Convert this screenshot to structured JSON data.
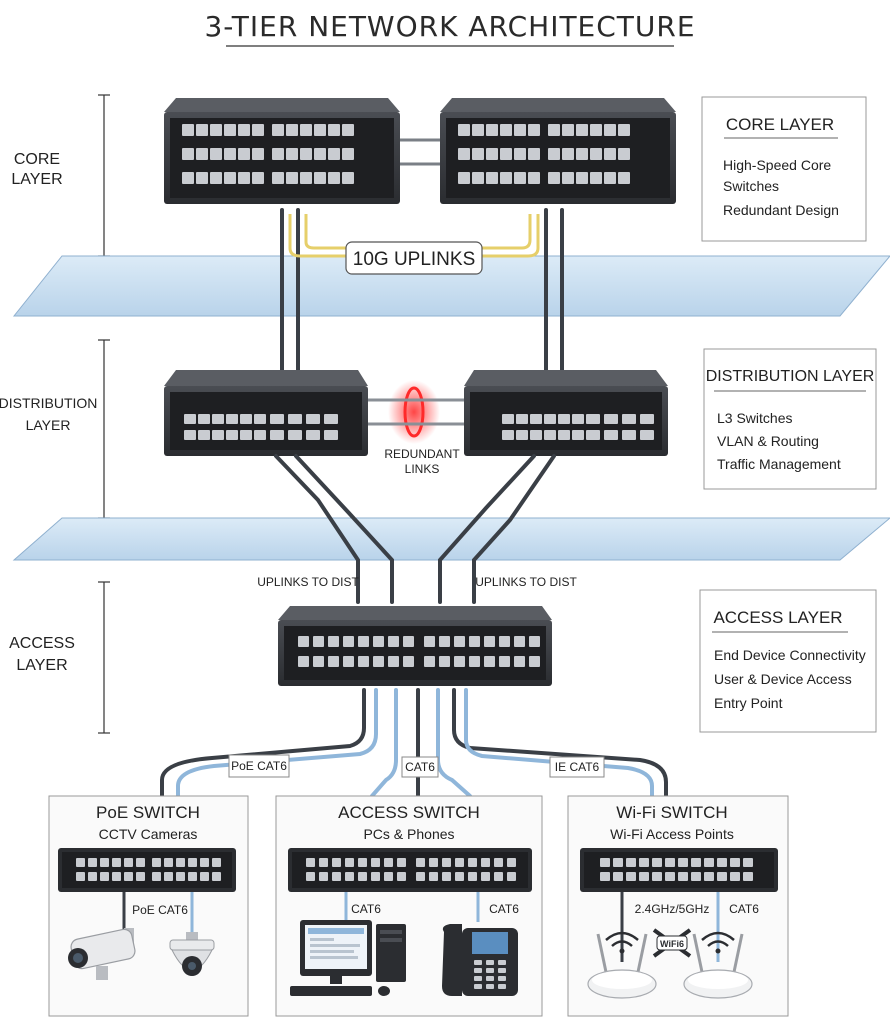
{
  "title": "3-TIER NETWORK ARCHITECTURE",
  "layers": {
    "core": "CORE\nLAYER",
    "distribution": "DISTRIBUTION\nLAYER",
    "access": "ACCESS\nLAYER"
  },
  "info_boxes": {
    "core": {
      "title": "CORE LAYER",
      "lines": [
        "High-Speed Core",
        "Switches",
        "Redundant Design"
      ]
    },
    "distribution": {
      "title": "DISTRIBUTION LAYER",
      "lines": [
        "L3 Switches",
        "VLAN & Routing",
        "Traffic Management"
      ]
    },
    "access": {
      "title": "ACCESS LAYER",
      "lines": [
        "End Device Connectivity",
        "User & Device Access",
        "Entry Point"
      ]
    }
  },
  "links": {
    "uplinks_10g": "10G UPLINKS",
    "redundant": "REDUNDANT\nLINKS",
    "uplinks_dist_left": "UPLINKS TO DIST",
    "uplinks_dist_right": "UPLINKS TO DIST",
    "poe_cat6": "PoE CAT6",
    "cat6": "CAT6",
    "ie_cat6": "IE CAT6"
  },
  "bottom_boxes": {
    "poe": {
      "title": "PoE SWITCH",
      "subtitle": "CCTV Cameras",
      "cable": "PoE CAT6"
    },
    "access": {
      "title": "ACCESS SWITCH",
      "subtitle": "PCs & Phones",
      "cable_left": "CAT6",
      "cable_right": "CAT6"
    },
    "wifi": {
      "title": "Wi-Fi SWITCH",
      "subtitle": "Wi-Fi Access Points",
      "band": "2.4GHz/5GHz",
      "cable": "CAT6",
      "badge": "WiFi6"
    }
  },
  "colors": {
    "switch_body": "#2b2d31",
    "switch_front": "#1c1d20",
    "port": "#c9ccd1",
    "plane": "#cfe1f1",
    "uplink_yellow": "#e6cf6a",
    "cable_blue": "#8fb6da",
    "cable_dark": "#3a3f46",
    "redundant_glow": "#ff2a2a"
  }
}
